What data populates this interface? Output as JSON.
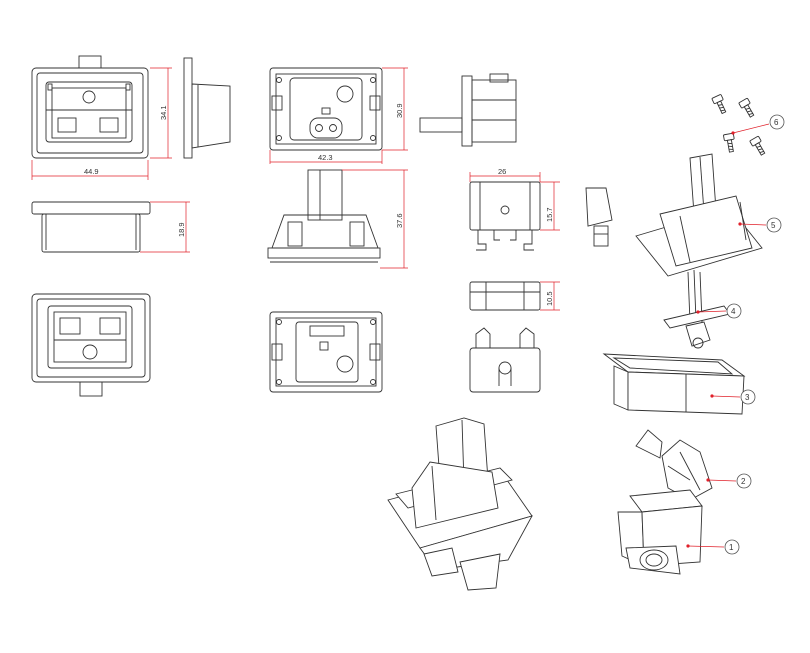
{
  "dimensions": {
    "width_back": "44.9",
    "height_back": "34.1",
    "depth": "18.9",
    "width_front": "42.3",
    "height_front": "30.9",
    "overall_height": "37.6",
    "bracket_width": "26",
    "bracket_height": "15.7",
    "clip_height": "10.5"
  },
  "parts": {
    "p1": "1",
    "p2": "2",
    "p3": "3",
    "p4": "4",
    "p5": "5",
    "p6": "6"
  },
  "colors": {
    "line": "#333333",
    "dimension": "#e0202a"
  }
}
